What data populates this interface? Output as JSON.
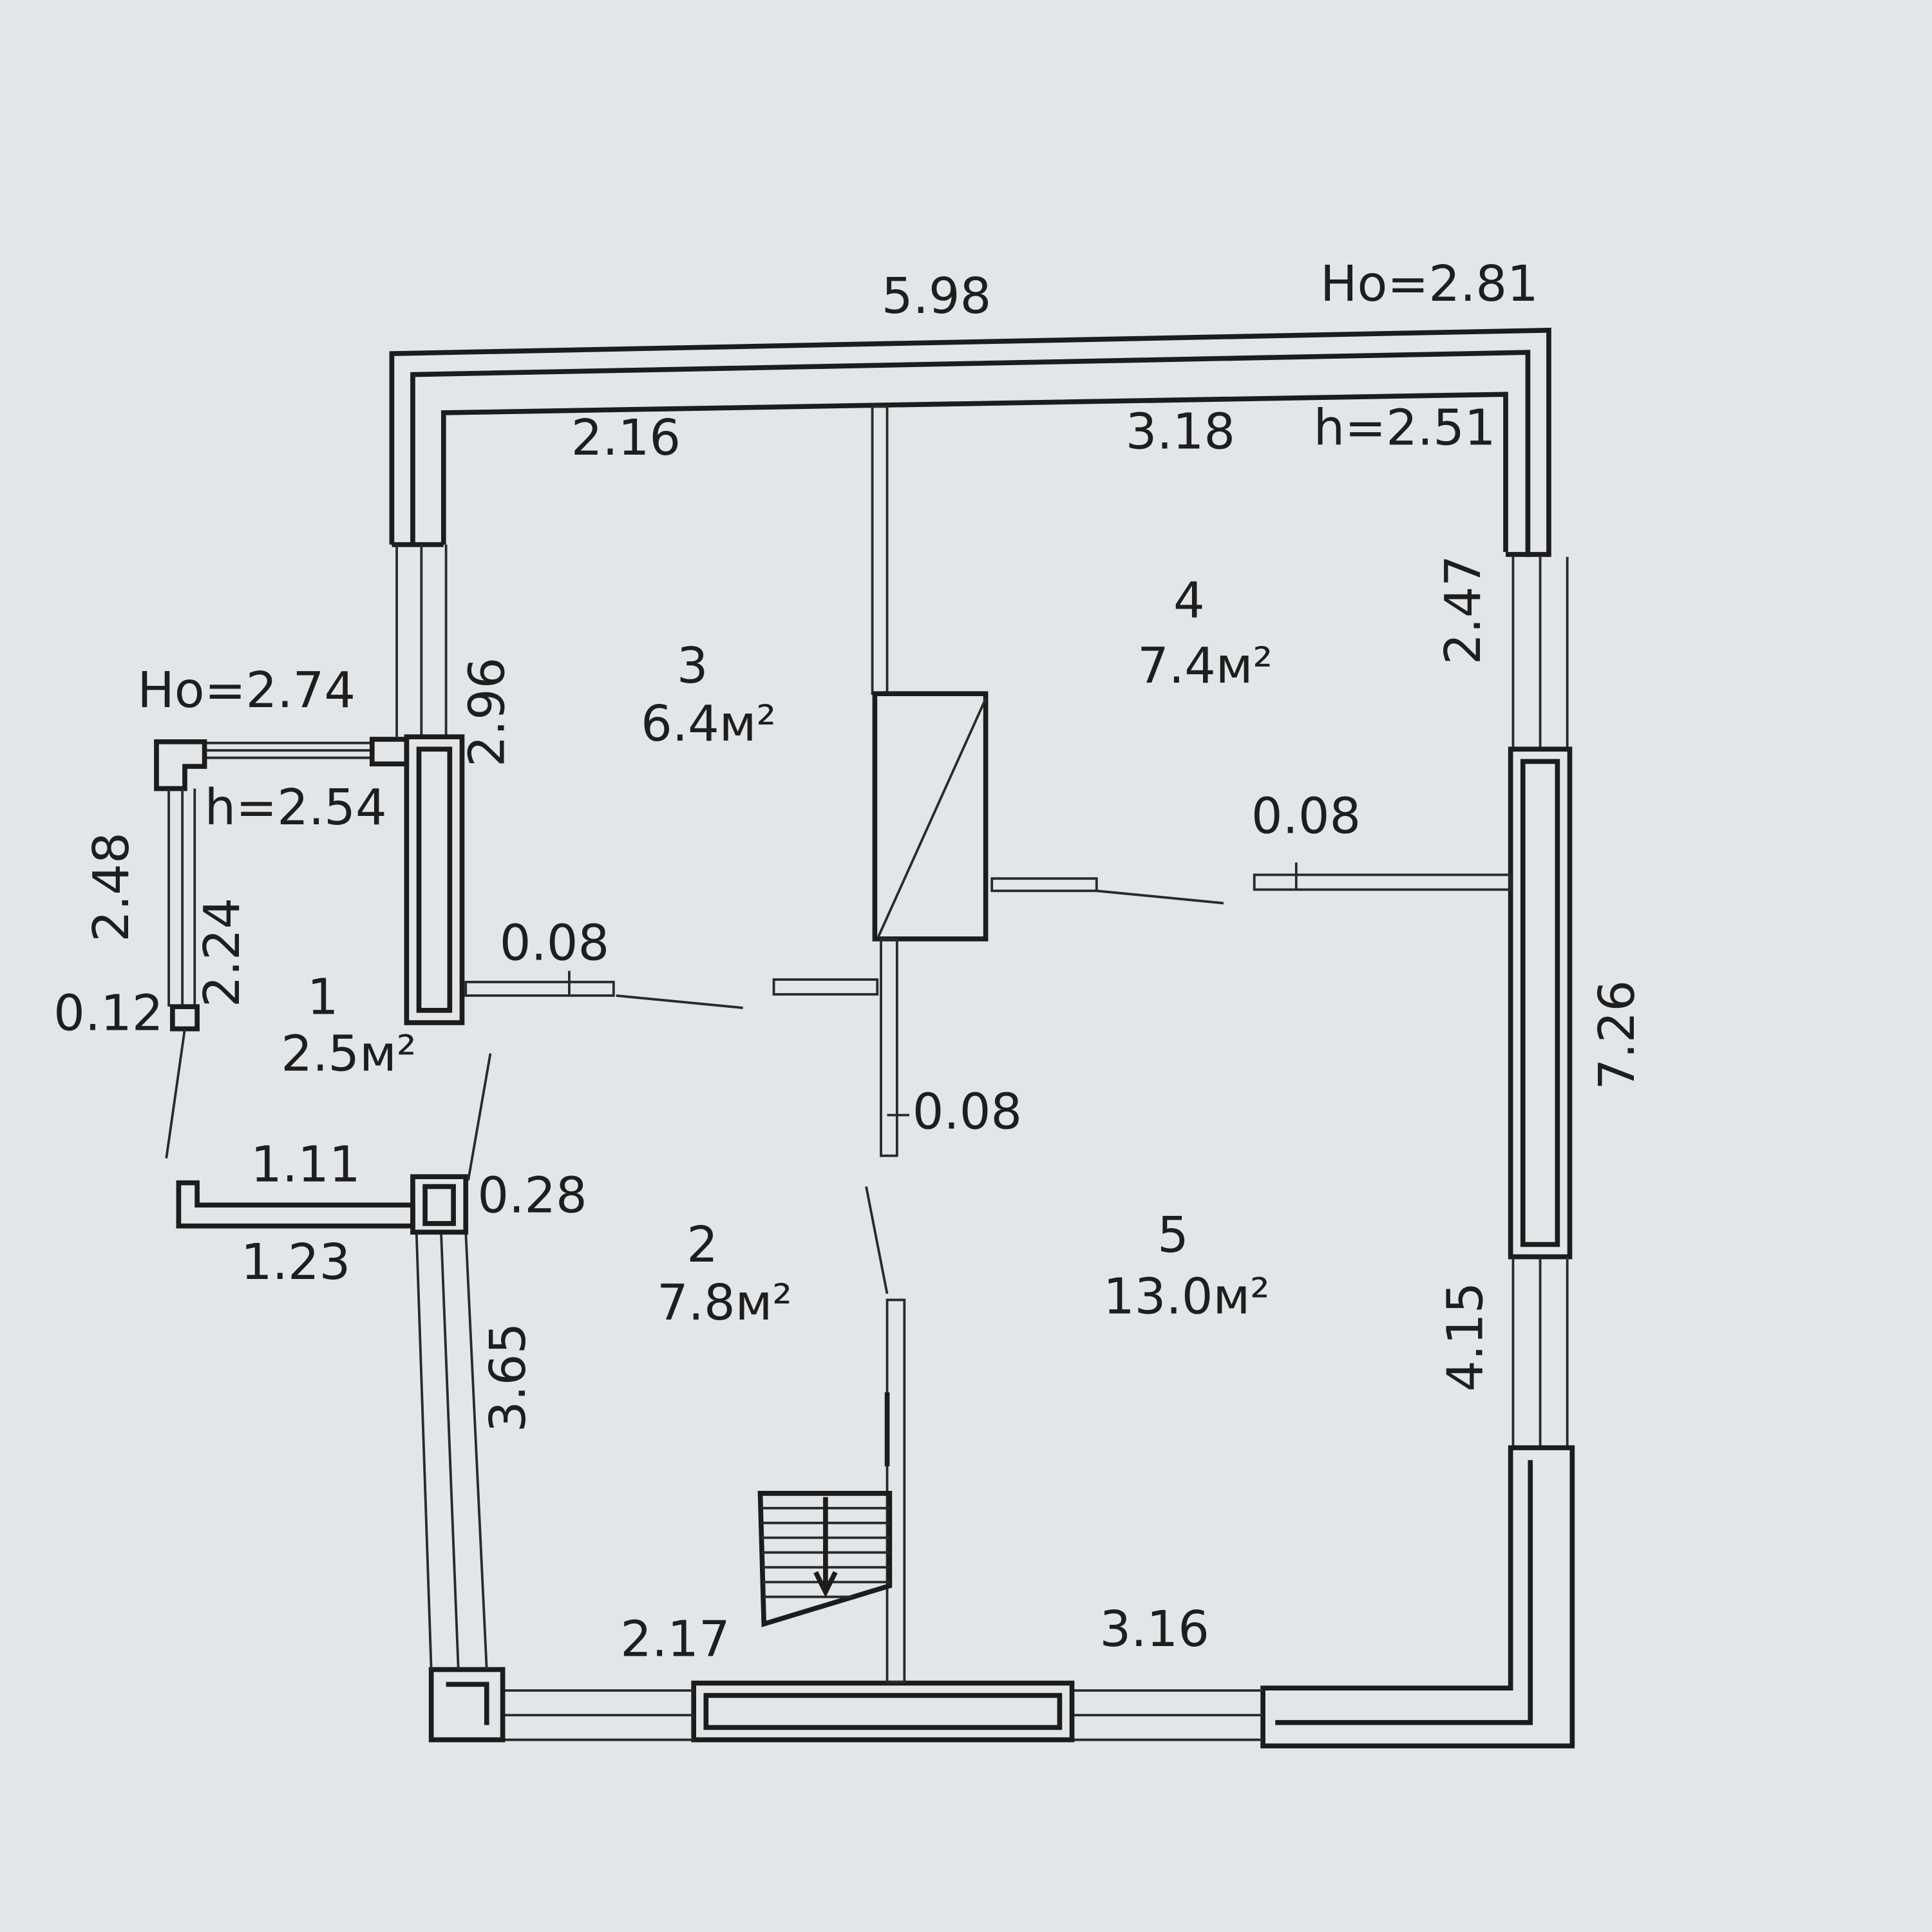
{
  "title": "Floor plan",
  "outer": {
    "width": "5.98",
    "ho": "Ho=2.81",
    "h": "h=2.51",
    "right_total": "7.26"
  },
  "porch": {
    "ho": "Ho=2.74",
    "h": "h=2.54",
    "outer_height": "2.48",
    "inner_height": "2.24",
    "wall": "0.12",
    "inner_width": "1.11",
    "outer_width": "1.23",
    "offset": "0.28"
  },
  "rooms": [
    {
      "number": "1",
      "area": "2.5м²"
    },
    {
      "number": "2",
      "area": "7.8м²"
    },
    {
      "number": "3",
      "area": "6.4м²"
    },
    {
      "number": "4",
      "area": "7.4м²"
    },
    {
      "number": "5",
      "area": "13.0м²"
    }
  ],
  "dimensions": {
    "room3_width": "2.16",
    "room4_width": "3.18",
    "room4_height": "2.47",
    "room3_height": "2.96",
    "partition_3_1": "0.08",
    "partition_4_5": "0.08",
    "partition_2_5": "0.08",
    "room5_height": "4.15",
    "room2_height": "3.65",
    "room2_width": "2.17",
    "room5_width": "3.16"
  }
}
